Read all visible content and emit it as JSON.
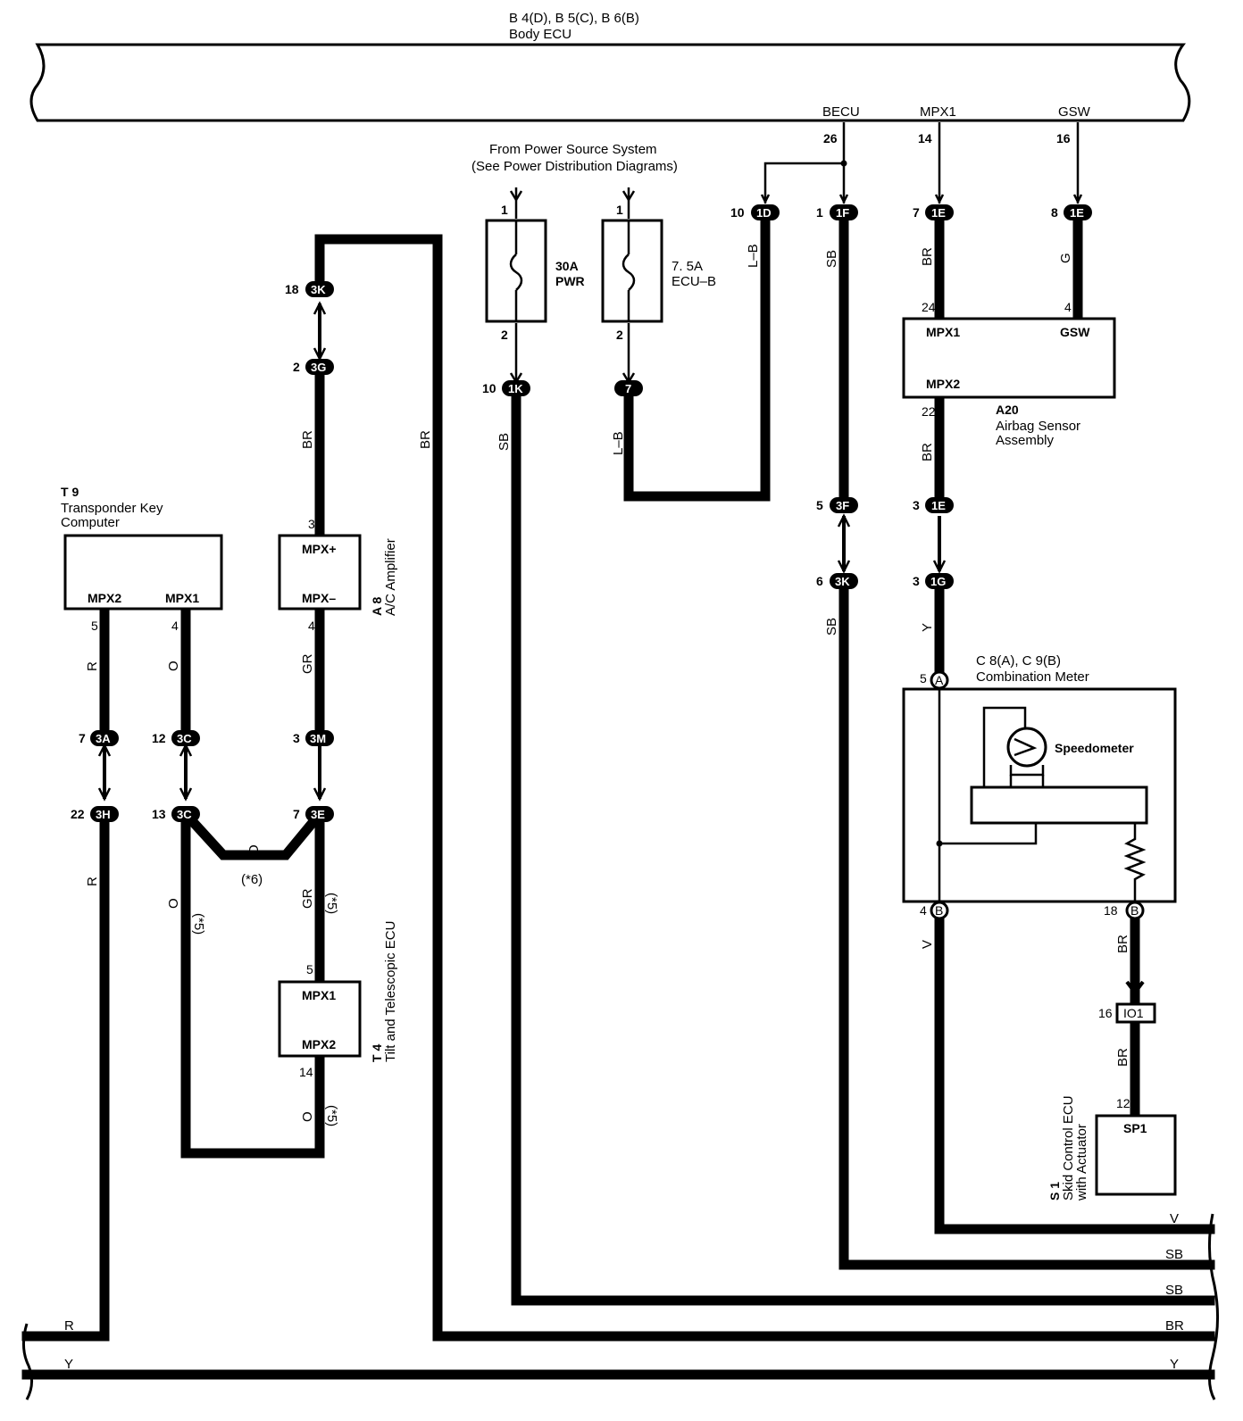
{
  "ecu_header": {
    "line1": "B 4(D), B 5(C), B 6(B)",
    "line2": "Body ECU",
    "pins": [
      {
        "name": "BECU",
        "num": "26"
      },
      {
        "name": "MPX1",
        "num": "14"
      },
      {
        "name": "GSW",
        "num": "16"
      }
    ]
  },
  "power_source": {
    "line1": "From Power Source System",
    "line2": "(See Power Distribution Diagrams)"
  },
  "fuses": [
    {
      "rating": "30A",
      "name": "PWR",
      "pin_in": "1",
      "pin_out": "2"
    },
    {
      "rating": "7. 5A",
      "name": "ECU–B",
      "pin_in": "1",
      "pin_out": "2"
    }
  ],
  "components": {
    "t9": {
      "code": "T 9",
      "line1": "Transponder Key",
      "line2": "Computer",
      "pin_a": "MPX2",
      "pin_b": "MPX1",
      "num_a": "5",
      "num_b": "4"
    },
    "a8": {
      "code": "A 8",
      "name": "A/C Amplifier",
      "pin_a": "MPX+",
      "pin_b": "MPX–",
      "num_a": "3",
      "num_b": "4"
    },
    "t4": {
      "code": "T 4",
      "name": "Tilt and Telescopic ECU",
      "pin_a": "MPX1",
      "pin_b": "MPX2",
      "num_a": "5",
      "num_b": "14"
    },
    "a20": {
      "code": "A20",
      "line1": "Airbag Sensor",
      "line2": "Assembly",
      "pin_a": "MPX1",
      "pin_b": "GSW",
      "pin_c": "MPX2",
      "num_a": "24",
      "num_b": "4",
      "num_c": "22"
    },
    "c8": {
      "code": "C 8(A), C 9(B)",
      "name": "Combination Meter",
      "inner": "Speedometer",
      "num_a": "5",
      "num_b": "4",
      "num_c": "18"
    },
    "s1": {
      "code": "S 1",
      "line1": "Skid Control ECU",
      "line2": "with Actuator",
      "pin": "SP1",
      "num": "12"
    }
  },
  "connectors": [
    {
      "id": "1D",
      "pin": "10"
    },
    {
      "id": "1F",
      "pin": "1"
    },
    {
      "id": "1E",
      "pin": "7"
    },
    {
      "id": "1E",
      "pin": "8"
    },
    {
      "id": "3K",
      "pin": "18"
    },
    {
      "id": "3G",
      "pin": "2"
    },
    {
      "id": "1K",
      "pin": "10"
    },
    {
      "id": "7",
      "pin": ""
    },
    {
      "id": "3F",
      "pin": "5"
    },
    {
      "id": "3K",
      "pin": "6"
    },
    {
      "id": "1E",
      "pin": "3"
    },
    {
      "id": "1G",
      "pin": "3"
    },
    {
      "id": "A",
      "pin": "5"
    },
    {
      "id": "B",
      "pin": "4"
    },
    {
      "id": "B",
      "pin": "18"
    },
    {
      "id": "IO1",
      "pin": "16"
    },
    {
      "id": "3A",
      "pin": "7"
    },
    {
      "id": "3H",
      "pin": "22"
    },
    {
      "id": "3C",
      "pin": "12"
    },
    {
      "id": "3C",
      "pin": "13"
    },
    {
      "id": "3M",
      "pin": "3"
    },
    {
      "id": "3E",
      "pin": "7"
    }
  ],
  "wire_colors": {
    "lb": "L–B",
    "sb": "SB",
    "br": "BR",
    "g": "G",
    "y": "Y",
    "v": "V",
    "r": "R",
    "o": "O",
    "gr": "GR"
  },
  "notes": {
    "n5": "(*5)",
    "n6": "(*6)"
  },
  "bus_labels": {
    "right": [
      "V",
      "SB",
      "SB",
      "BR",
      "Y"
    ],
    "left": [
      "R",
      "Y"
    ]
  }
}
